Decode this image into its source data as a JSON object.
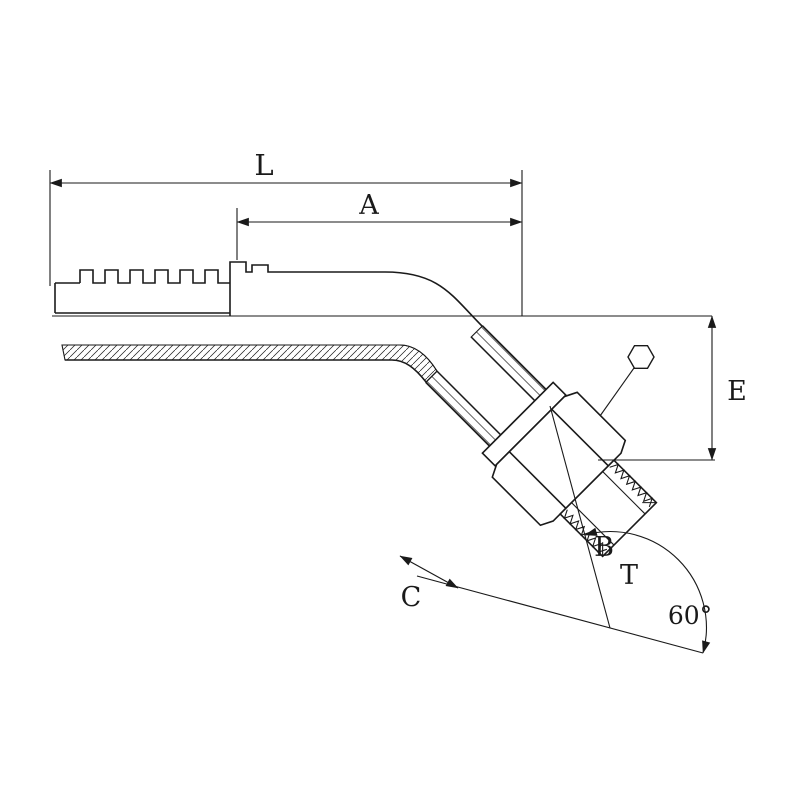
{
  "drawing": {
    "type": "technical-dimension-drawing",
    "subject": "45-degree female elbow hose fitting, half-section view",
    "colors": {
      "line": "#1a1a1a",
      "background": "#ffffff"
    },
    "dimensions": {
      "overall_length": "L",
      "insert_length": "A",
      "height": "E",
      "seat_diameter": "B",
      "thread": "T",
      "cutoff": "C",
      "cone_angle": "60°"
    },
    "symbols": {
      "hex": "hexagon-across-flats"
    }
  }
}
